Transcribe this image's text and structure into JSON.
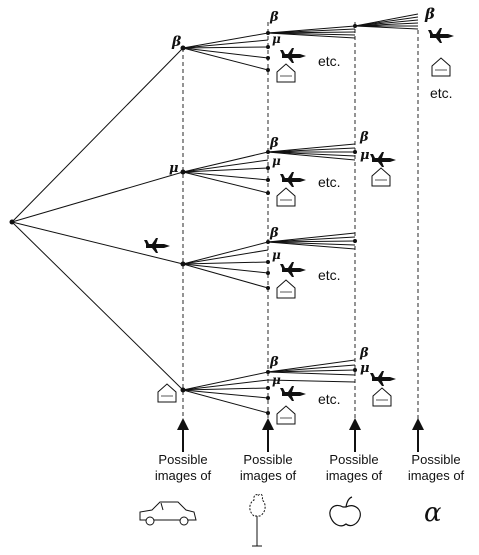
{
  "symbols": {
    "beta": "β",
    "mu": "μ",
    "alpha": "α"
  },
  "etc_label": "etc.",
  "captions": [
    {
      "line1": "Possible",
      "line2": "images of"
    },
    {
      "line1": "Possible",
      "line2": "images of"
    },
    {
      "line1": "Possible",
      "line2": "images of"
    },
    {
      "line1": "Possible",
      "line2": "images of"
    }
  ],
  "icons": [
    "car-icon",
    "tree-icon",
    "apple-icon",
    "alpha-letter",
    "airplane-icon",
    "house-icon"
  ],
  "colors": {
    "ink": "#111111",
    "background": "#ffffff"
  }
}
